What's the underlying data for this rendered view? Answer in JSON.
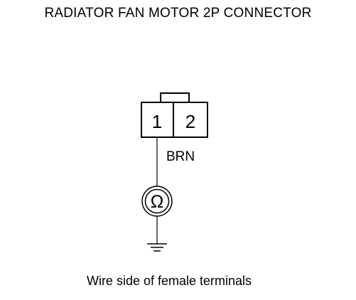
{
  "title": "RADIATOR FAN MOTOR 2P CONNECTOR",
  "connector": {
    "pins": [
      "1",
      "2"
    ],
    "wire_color": "BRN"
  },
  "meter": {
    "symbol": "Ω",
    "icon": "ohmmeter-icon"
  },
  "ground": {
    "icon": "ground-icon"
  },
  "caption": "Wire side of female terminals"
}
